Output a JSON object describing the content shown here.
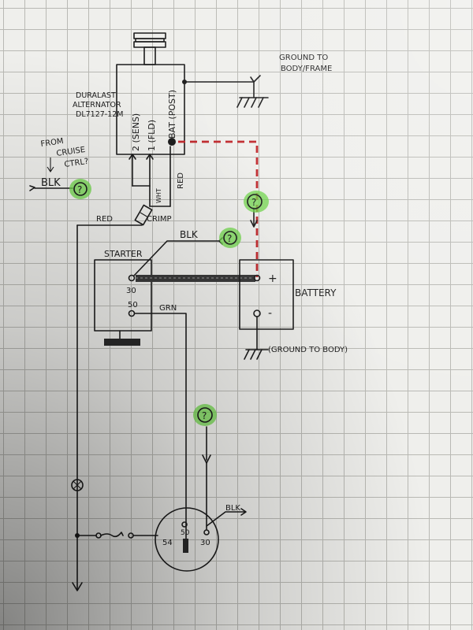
{
  "alternator": {
    "label_line1": "DURALAST",
    "label_line2": "ALTERNATOR",
    "label_line3": "DL7127-12M",
    "term_2": "2 (SENS)",
    "term_1": "1 (FLD)",
    "term_bat": "BAT (POST)"
  },
  "ground_top": {
    "line1": "GROUND TO",
    "line2": "BODY/FRAME"
  },
  "ground_bottom": {
    "label": "(GROUND TO BODY)"
  },
  "left_note": {
    "line1": "FROM",
    "line2": "CRUISE",
    "line3": "CTRL?"
  },
  "wires": {
    "blk_left": "BLK",
    "wht": "WHT",
    "red_alt": "RED",
    "red_left": "RED",
    "crimp": "CRIMP",
    "blk_starter": "BLK",
    "grn": "GRN",
    "blk_switch": "BLK"
  },
  "starter": {
    "label": "STARTER",
    "term_30": "30",
    "term_50": "50"
  },
  "battery": {
    "label": "BATTERY",
    "plus": "+",
    "minus": "-"
  },
  "switch": {
    "t50": "50",
    "t54": "54",
    "t30": "30"
  },
  "question_mark": "?",
  "colors": {
    "ink": "#1c1c1c",
    "dashed_wire": "#c0282c",
    "highlight": "#6fd64a",
    "paper": "#efefec"
  }
}
